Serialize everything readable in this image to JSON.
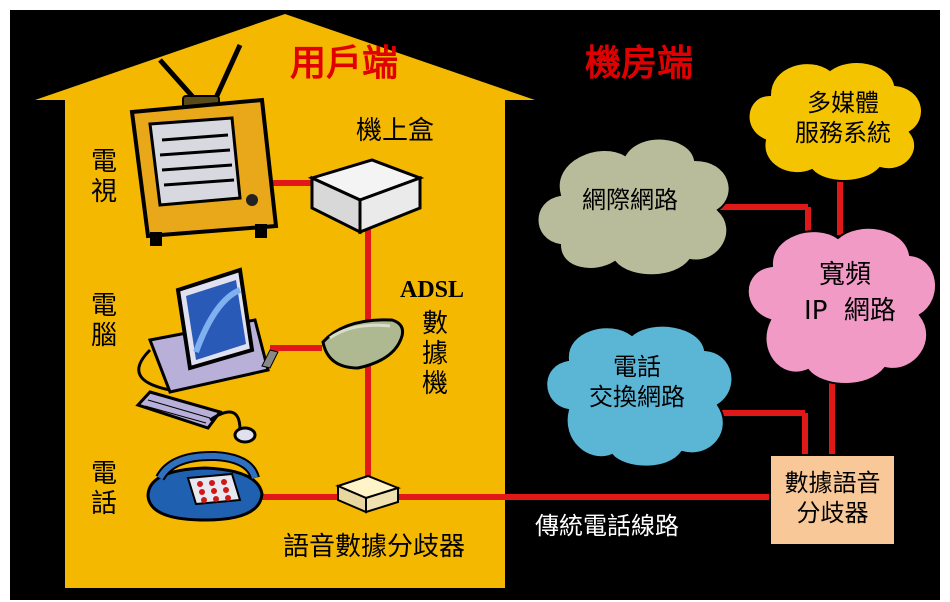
{
  "colors": {
    "background": "#000000",
    "house": "#F5B800",
    "line": "#E01818",
    "title_text": "#E00000",
    "label_text": "#000000",
    "label_on_black": "#FFFFFF",
    "internet_cloud": "#B8BC9A",
    "multimedia_cloud": "#F5C400",
    "ip_cloud": "#F29AC6",
    "phone_cloud": "#5BB6D6",
    "splitter_box": "#F8C898"
  },
  "titles": {
    "user_side": "用戶端",
    "server_side": "機房端"
  },
  "devices": {
    "tv_label": "電視",
    "pc_label": "電腦",
    "phone_label": "電話",
    "settop_label": "機上盒",
    "modem_label_top": "ADSL",
    "modem_label_bottom": "數據機",
    "splitter_label": "語音數據分歧器"
  },
  "network": {
    "internet": "網際網路",
    "multimedia": "多媒體\n服務系統",
    "broadband_ip_line1": "寬頻",
    "broadband_ip_line2": "IP  網路",
    "phone_exchange": "電話\n交換網路",
    "data_voice_splitter": "數據語音\n分歧器",
    "traditional_line": "傳統電話線路"
  },
  "icons": [
    "tv-icon",
    "set-top-box-icon",
    "computer-icon",
    "keyboard-icon",
    "mouse-icon",
    "adsl-modem-icon",
    "telephone-icon",
    "splitter-icon"
  ]
}
